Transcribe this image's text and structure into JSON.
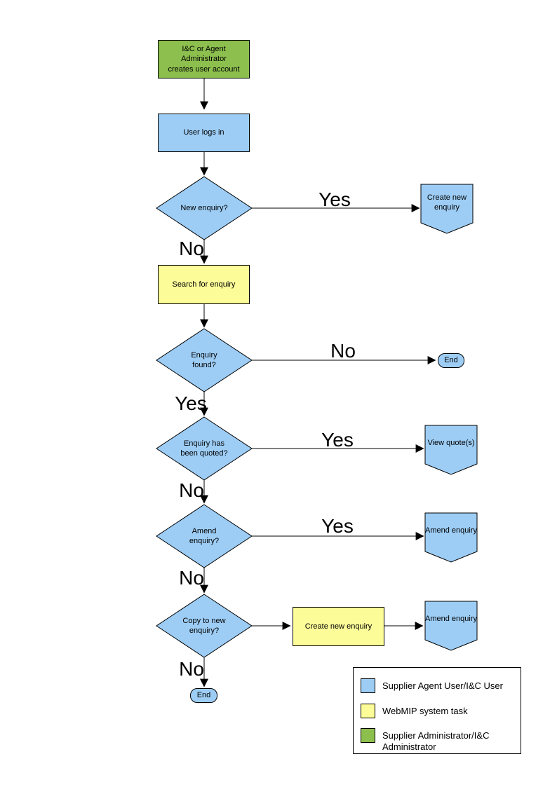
{
  "diagram": {
    "type": "flowchart",
    "colors": {
      "user_task_blue": "#9DCDF5",
      "system_task_yellow": "#FCFC99",
      "admin_task_green": "#8CBF4E",
      "outline": "#000000",
      "background": "#FFFFFF"
    },
    "nodes": {
      "admin": "I&C or Agent Administrator\ncreates user account",
      "login": "User logs in",
      "d_new": "New enquiry?",
      "p_create": "Create new\nenquiry",
      "search": "Search for enquiry",
      "d_found": "Enquiry\nfound?",
      "end1": "End",
      "d_quoted": "Enquiry has\nbeen quoted?",
      "p_view": "View quote(s)",
      "d_amend": "Amend\nenquiry?",
      "p_amend1": "Amend enquiry",
      "d_copy": "Copy to new\nenquiry?",
      "task_create": "Create new enquiry",
      "p_amend2": "Amend enquiry",
      "end2": "End"
    },
    "edge_labels": {
      "yes1": "Yes",
      "no1": "No",
      "no2": "No",
      "yes2": "Yes",
      "yes3": "Yes",
      "no3": "No",
      "yes4": "Yes",
      "no4": "No",
      "no5": "No"
    },
    "legend": {
      "items": [
        {
          "color": "#9DCDF5",
          "label": "Supplier Agent User/I&C User"
        },
        {
          "color": "#FCFC99",
          "label": "WebMIP system task"
        },
        {
          "color": "#8CBF4E",
          "label": "Supplier Administrator/I&C Administrator"
        }
      ]
    }
  }
}
